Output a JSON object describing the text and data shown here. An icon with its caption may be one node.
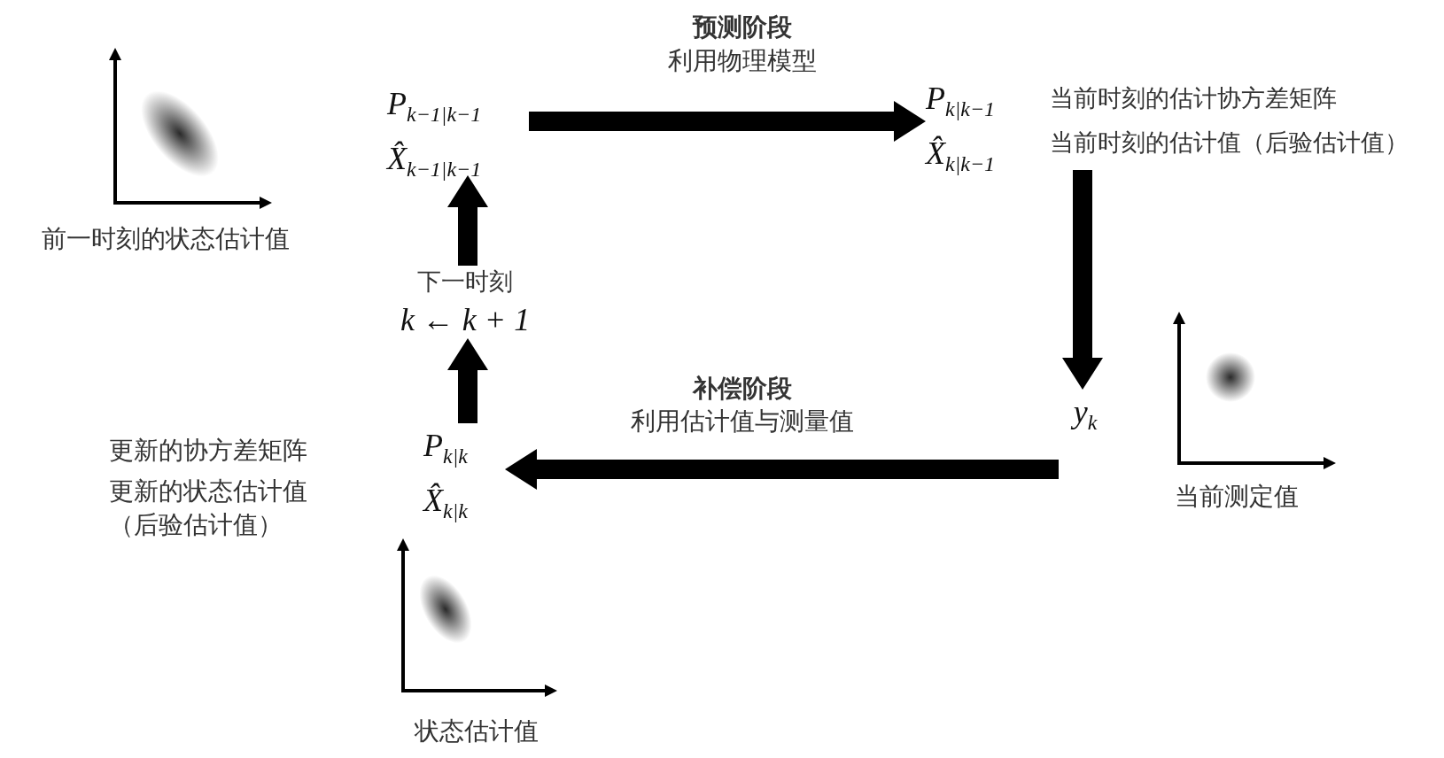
{
  "diagram": {
    "nodes": [
      {
        "text": [
          "P$_{k−1|k−1}$",
          "X̂$_{k−1|k−1}$"
        ]
      },
      {
        "text": [
          "下一时刻",
          "k ← k + 1"
        ]
      },
      {
        "text": [
          "P$_{k|k}$",
          "X̂$_{k|k}$"
        ],
        "beside": [
          "更新的协方差矩阵",
          "更新的状态估计值（后验估计值）"
        ]
      },
      {
        "text": [
          "P$_{k|k−1}$",
          "X̂$_{k|k−1}$"
        ],
        "beside": [
          "当前时刻的估计协方差矩阵",
          "当前时刻的估计值（后验估计值）"
        ]
      },
      {
        "text": [
          "y$_{k}$"
        ]
      }
    ],
    "edges": [
      {
        "from": 1,
        "to": 0,
        "arrow": "to"
      },
      {
        "from": 2,
        "to": 1,
        "arrow": "to"
      },
      {
        "from": 0,
        "to": 3,
        "arrow": "to"
      },
      {
        "from": 3,
        "to": 4,
        "arrow": "to"
      },
      {
        "from": 4,
        "to": 2,
        "arrow": "to"
      }
    ],
    "labels": [
      "预测阶段",
      "利用物理模型",
      "前一时刻的状态估计值",
      "补偿阶段",
      "利用估计值与测量值",
      "当前测定值",
      "状态估计值"
    ]
  }
}
